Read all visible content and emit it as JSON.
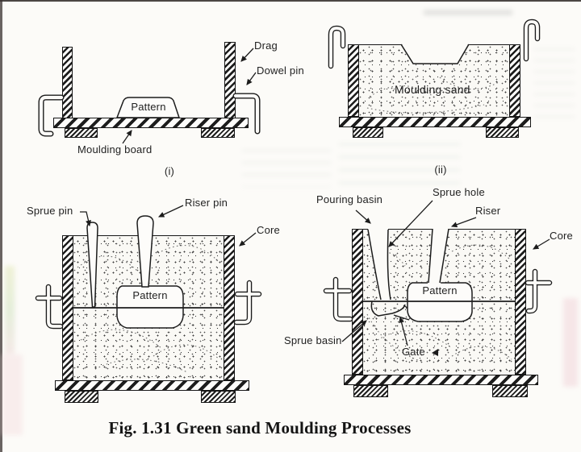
{
  "page": {
    "caption": "Fig. 1.31 Green sand Moulding Processes"
  },
  "stage_i": {
    "index": "(i)",
    "drag": "Drag",
    "dowel_pin": "Dowel pin",
    "pattern": "Pattern",
    "moulding_board": "Moulding board"
  },
  "stage_ii": {
    "index": "(ii)",
    "moulding_sand": "Moulding sand"
  },
  "stage_iii": {
    "sprue_pin": "Sprue pin",
    "riser_pin": "Riser pin",
    "pattern": "Pattern",
    "core": "Core"
  },
  "stage_iv": {
    "pouring_basin": "Pouring basin",
    "sprue_hole": "Sprue hole",
    "riser": "Riser",
    "core": "Core",
    "pattern": "Pattern",
    "sprue_basin": "Sprue basin",
    "gate": "Gate"
  },
  "colors": {
    "ink": "#1c1c1c",
    "paper": "#fbfaf7"
  }
}
